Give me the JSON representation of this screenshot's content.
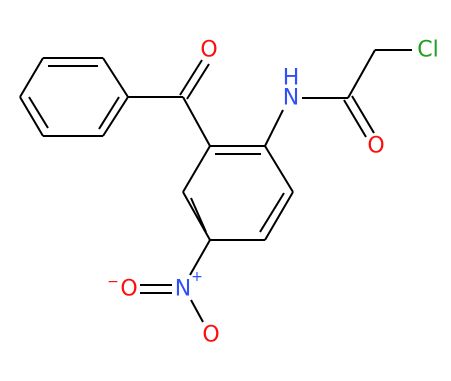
{
  "colors": {
    "background": "#ffffff",
    "bond": "#000000",
    "oxygen": "#ff0d0d",
    "nitrogen": "#3050f8",
    "chlorine": "#1fa01f"
  },
  "labels": {
    "ketone_oxygen": "O",
    "amide_nh": "H",
    "amide_n": "N",
    "amide_oxygen": "O",
    "chlorine": "Cl",
    "nitro_n": "N",
    "nitro_charge": "+",
    "nitro_o_left": "O",
    "nitro_o_left_charge": "−",
    "nitro_o_down": "O"
  }
}
